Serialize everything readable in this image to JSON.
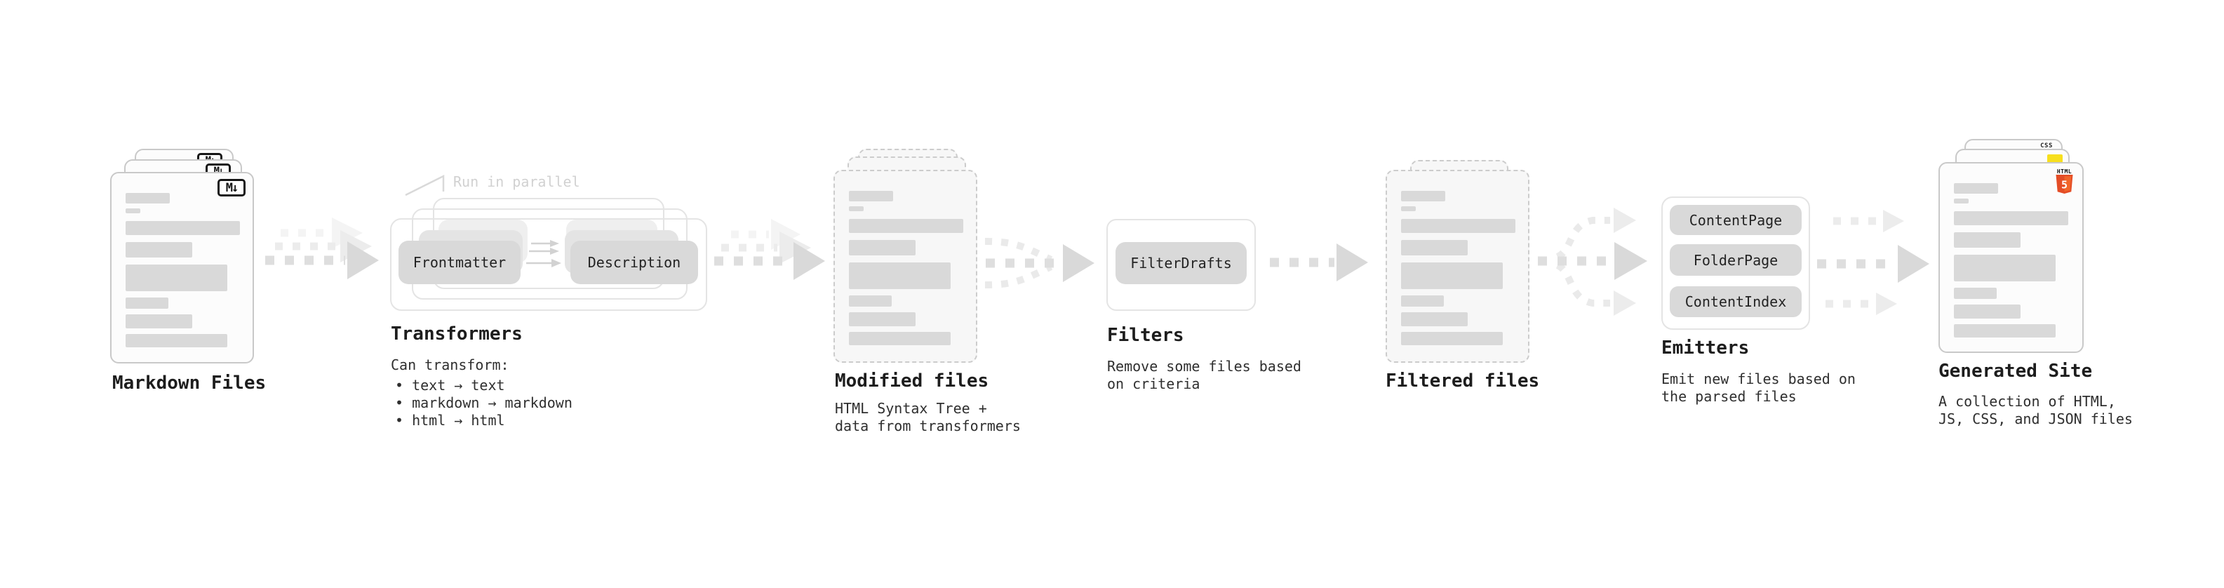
{
  "stages": {
    "markdown": {
      "title": "Markdown Files"
    },
    "transformers": {
      "title": "Transformers",
      "annotation": "Run in parallel",
      "nodes": {
        "a": "Frontmatter",
        "b": "Description"
      },
      "desc": "Can transform:",
      "bullets": [
        "• text → text",
        "• markdown → markdown",
        "• html → html"
      ]
    },
    "modified": {
      "title": "Modified files",
      "desc1": "HTML Syntax Tree +",
      "desc2": "data from transformers"
    },
    "filters": {
      "title": "Filters",
      "node": "FilterDrafts",
      "desc1": "Remove some files based",
      "desc2": "on criteria"
    },
    "filtered": {
      "title": "Filtered files"
    },
    "emitters": {
      "title": "Emitters",
      "nodes": [
        "ContentPage",
        "FolderPage",
        "ContentIndex"
      ],
      "desc1": "Emit new files based on",
      "desc2": "the parsed files"
    },
    "generated": {
      "title": "Generated Site",
      "desc1": "A collection of HTML,",
      "desc2": "JS, CSS, and JSON files"
    }
  },
  "icons": {
    "markdown": "M↓",
    "html_word": "HTML",
    "html_number": "5",
    "css_word": "CSS"
  },
  "colors": {
    "markdown_icon": "#161616",
    "html5_orange": "#e44d26",
    "html5_orange_light": "#f16529",
    "js_yellow": "#f7df1e",
    "css_blue": "#2965f1",
    "placeholder_bar": "#d9d9d9",
    "node_pill": "#d9d9d9",
    "arrow_gray": "#dedede"
  }
}
